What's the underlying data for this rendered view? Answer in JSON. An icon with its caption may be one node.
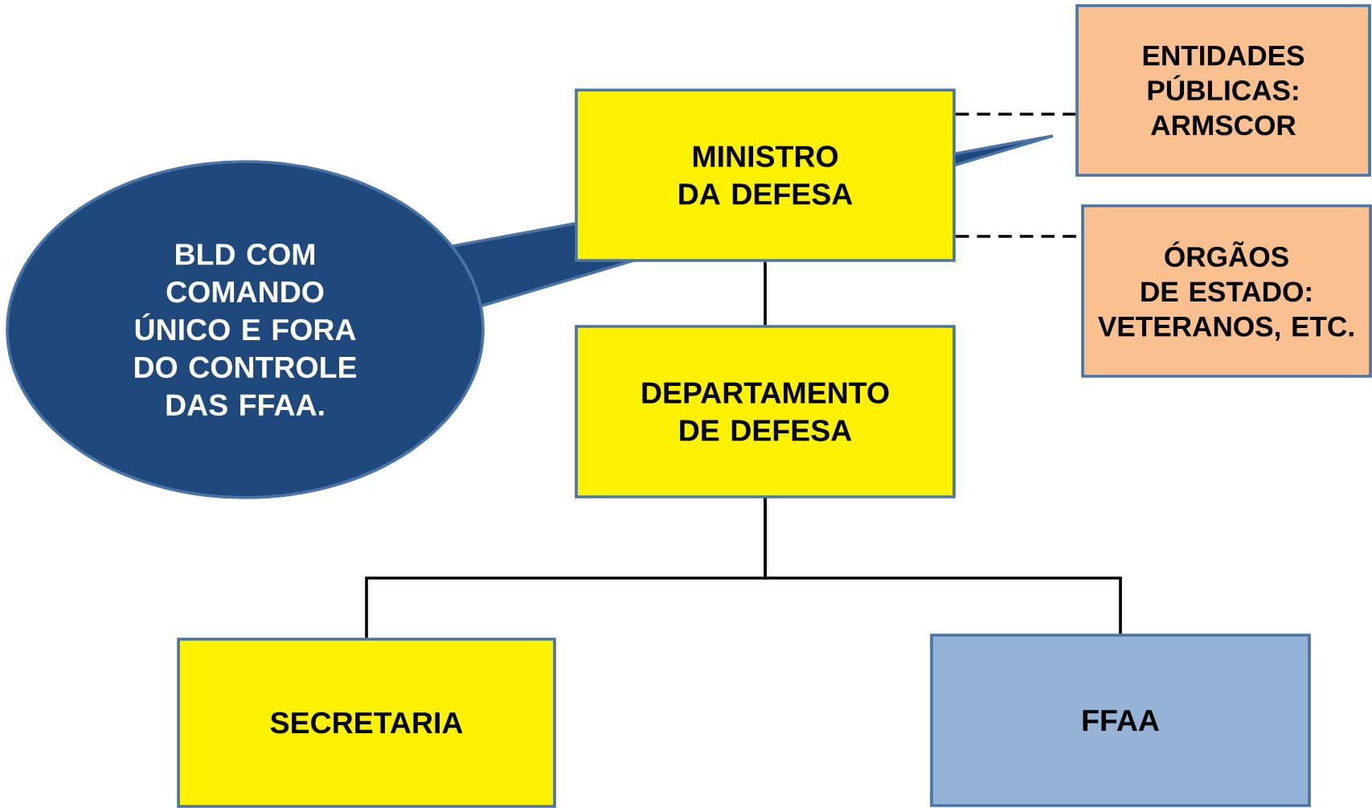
{
  "diagram": {
    "nodes": [
      {
        "text": [
          "MINISTRO DA DEFESA"
        ]
      },
      {
        "text": [
          "ENTIDADES PÚBLICAS: ARMSCOR"
        ]
      },
      {
        "text": [
          "ÓRGÃOS DE ESTADO: VETERANOS, ETC."
        ]
      },
      {
        "text": [
          "DEPARTAMENTO DE DEFESA"
        ]
      },
      {
        "text": [
          "SECRETARIA"
        ]
      },
      {
        "text": [
          "FFAA"
        ]
      },
      {
        "text": [
          "BLD COM COMANDO ÚNICO E FORA DO CONTROLE DAS FFAA."
        ]
      }
    ],
    "edges": [
      {
        "from": 0,
        "to": 1,
        "arrow": "none",
        "style": "dashed"
      },
      {
        "from": 0,
        "to": 2,
        "arrow": "none",
        "style": "dashed"
      },
      {
        "from": 0,
        "to": 3,
        "arrow": "none"
      },
      {
        "from": 3,
        "to": 4,
        "arrow": "none"
      },
      {
        "from": 3,
        "to": 5,
        "arrow": "none"
      }
    ]
  }
}
